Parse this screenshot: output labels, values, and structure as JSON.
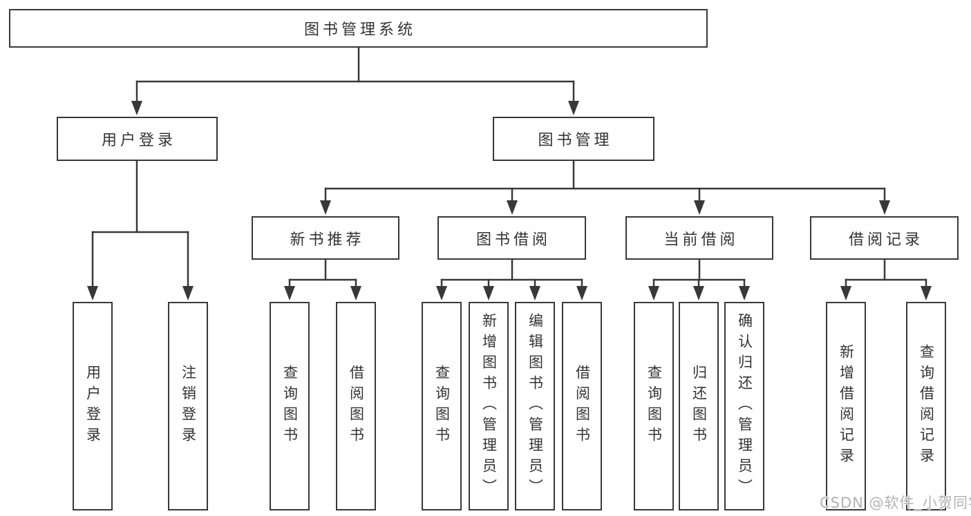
{
  "diagram": {
    "title": "图书管理系统",
    "branches": [
      {
        "label": "用户登录",
        "leaves": [
          {
            "label": "用户登录"
          },
          {
            "label": "注销登录"
          }
        ]
      },
      {
        "label": "图书管理",
        "sections": [
          {
            "label": "新书推荐",
            "leaves": [
              {
                "label": "查询图书"
              },
              {
                "label": "借阅图书"
              }
            ]
          },
          {
            "label": "图书借阅",
            "leaves": [
              {
                "label": "查询图书"
              },
              {
                "label": "新增图书（管理员）"
              },
              {
                "label": "编辑图书（管理员）"
              },
              {
                "label": "借阅图书"
              }
            ]
          },
          {
            "label": "当前借阅",
            "leaves": [
              {
                "label": "查询图书"
              },
              {
                "label": "归还图书"
              },
              {
                "label": "确认归还（管理员）"
              }
            ]
          },
          {
            "label": "借阅记录",
            "leaves": [
              {
                "label": "新增借阅记录"
              },
              {
                "label": "查询借阅记录"
              }
            ]
          }
        ]
      }
    ]
  },
  "watermark": {
    "text": "CSDN @软件_小贺同学"
  },
  "colors": {
    "line": "#383838",
    "text": "#333333",
    "watermark": "#b2b2b2",
    "background": "#ffffff"
  }
}
